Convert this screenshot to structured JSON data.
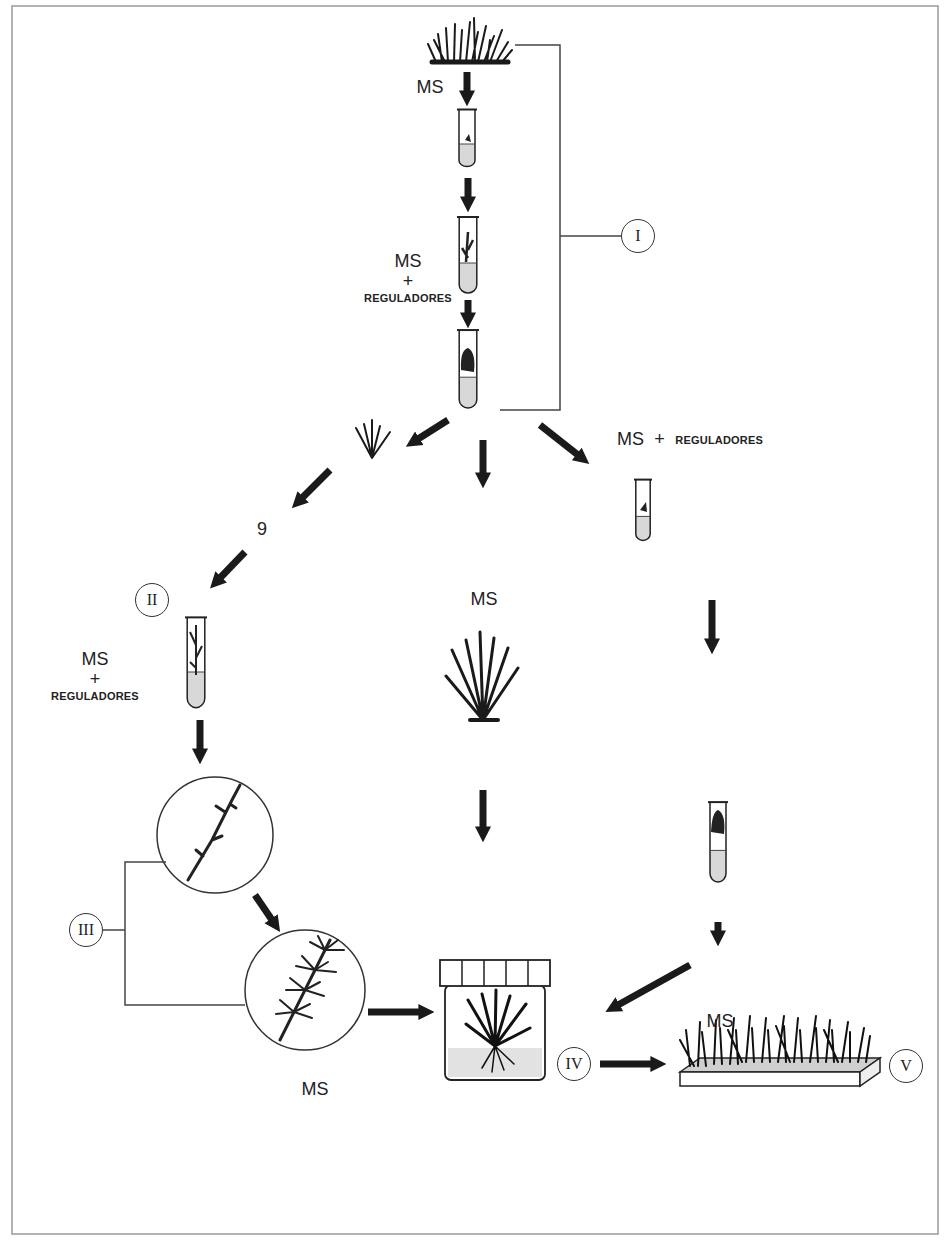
{
  "diagram": {
    "nodes": [
      {
        "text": [
          "I"
        ]
      },
      {
        "text": [
          "II"
        ]
      },
      {
        "text": [
          "III"
        ]
      },
      {
        "text": [
          "IV"
        ]
      },
      {
        "text": [
          "V"
        ]
      }
    ],
    "labels": [
      "MS",
      "MS + REGULADORES",
      "MS + REGULADORES",
      "9",
      "MS",
      "MS + REGULADORES",
      "MS",
      "MS"
    ]
  }
}
